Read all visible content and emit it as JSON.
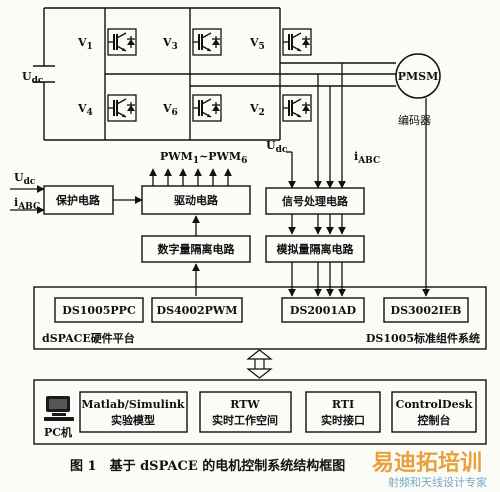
{
  "inverter": {
    "dc_label": "U",
    "dc_sub": "dc",
    "switches": [
      {
        "name": "V",
        "sub": "1"
      },
      {
        "name": "V",
        "sub": "3"
      },
      {
        "name": "V",
        "sub": "5"
      },
      {
        "name": "V",
        "sub": "4"
      },
      {
        "name": "V",
        "sub": "6"
      },
      {
        "name": "V",
        "sub": "2"
      }
    ]
  },
  "motor": {
    "label": "PMSM",
    "encoder": "编码器"
  },
  "pwm": {
    "label": "PWM",
    "sub1": "1",
    "tilde": "~PWM",
    "sub2": "6"
  },
  "udc_in": {
    "label": "U",
    "sub": "dc"
  },
  "iabc_in": {
    "label": "i",
    "sub": "ABC"
  },
  "blocks": {
    "protect": "保护电路",
    "drive": "驱动电路",
    "digital_iso": "数字量隔离电路",
    "signal": "信号处理电路",
    "analog_iso": "模拟量隔离电路"
  },
  "dspace": {
    "cards": [
      "DS1005PPC",
      "DS4002PWM",
      "DS2001AD",
      "DS3002IEB"
    ],
    "platform": "dSPACE硬件平台",
    "system": "DS1005标准组件系统"
  },
  "pc": {
    "label": "PC机",
    "items": [
      {
        "line1": "Matlab/Simulink",
        "line2": "实验模型"
      },
      {
        "line1": "RTW",
        "line2": "实时工作空间"
      },
      {
        "line1": "RTI",
        "line2": "实时接口"
      },
      {
        "line1": "ControlDesk",
        "line2": "控制台"
      }
    ]
  },
  "caption": "图 1　基于 dSPACE 的电机控制系统结构框图",
  "watermark": {
    "main": "易迪拓培训",
    "sub": "射频和天线设计专家"
  }
}
